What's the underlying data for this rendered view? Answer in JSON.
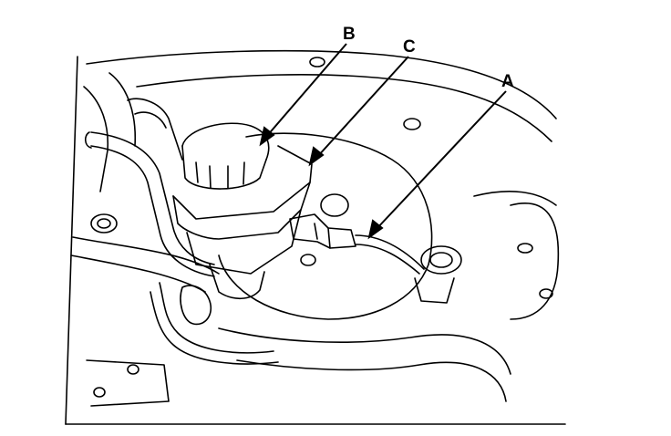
{
  "colors": {
    "line": "#000000",
    "background": "#ffffff"
  },
  "callouts": {
    "a": "A",
    "b": "B",
    "c": "C"
  }
}
